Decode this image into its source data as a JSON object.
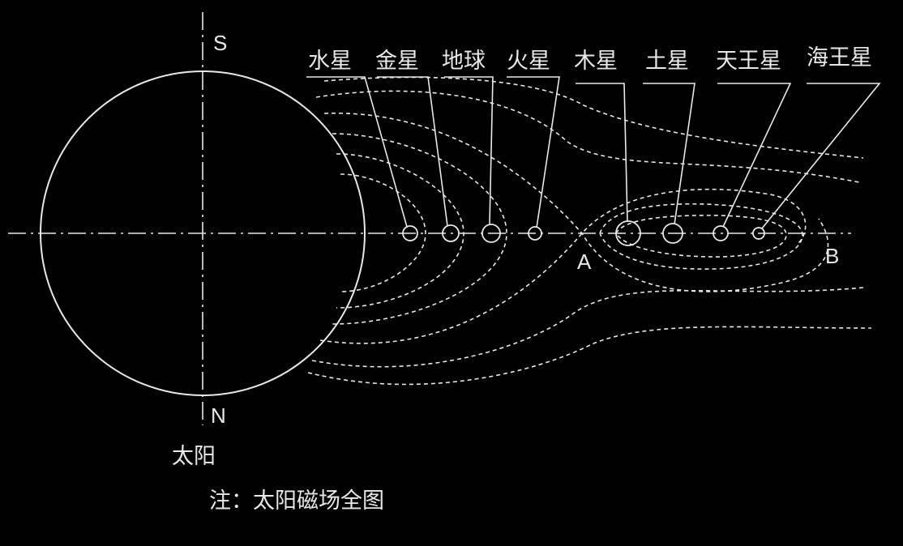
{
  "colors": {
    "background": "#000000",
    "stroke": "#e8e8e8"
  },
  "sun": {
    "label": "太阳"
  },
  "axis": {
    "south": "S",
    "north": "N"
  },
  "points": {
    "a": "A",
    "b": "B"
  },
  "planets": [
    {
      "name": "水星"
    },
    {
      "name": "金星"
    },
    {
      "name": "地球"
    },
    {
      "name": "火星"
    },
    {
      "name": "木星"
    },
    {
      "name": "土星"
    },
    {
      "name": "天王星"
    },
    {
      "name": "海王星"
    }
  ],
  "note": "注：太阳磁场全图"
}
